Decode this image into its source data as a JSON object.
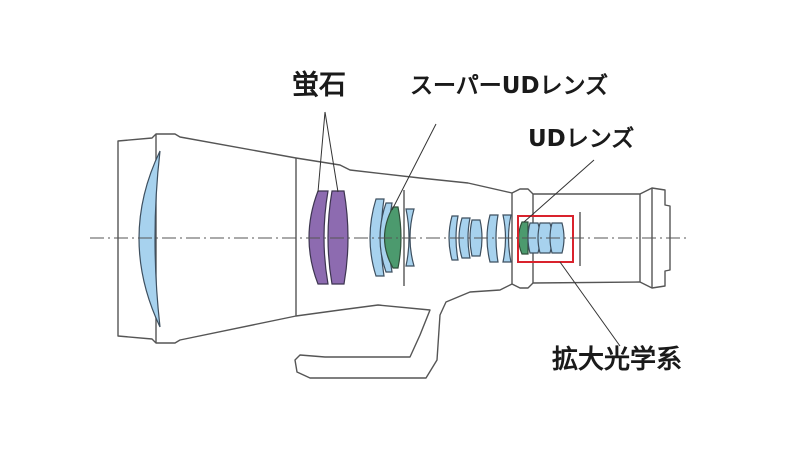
{
  "labels": {
    "fluorite": "蛍石",
    "super_ud": "スーパーUDレンズ",
    "ud": "UDレンズ",
    "magnifier": "拡大光学系"
  },
  "colors": {
    "fluorite": "#8d6bb0",
    "ud": "#4c9a6e",
    "glass": "#a7d2ee",
    "highlight_box": "#d9232d"
  }
}
